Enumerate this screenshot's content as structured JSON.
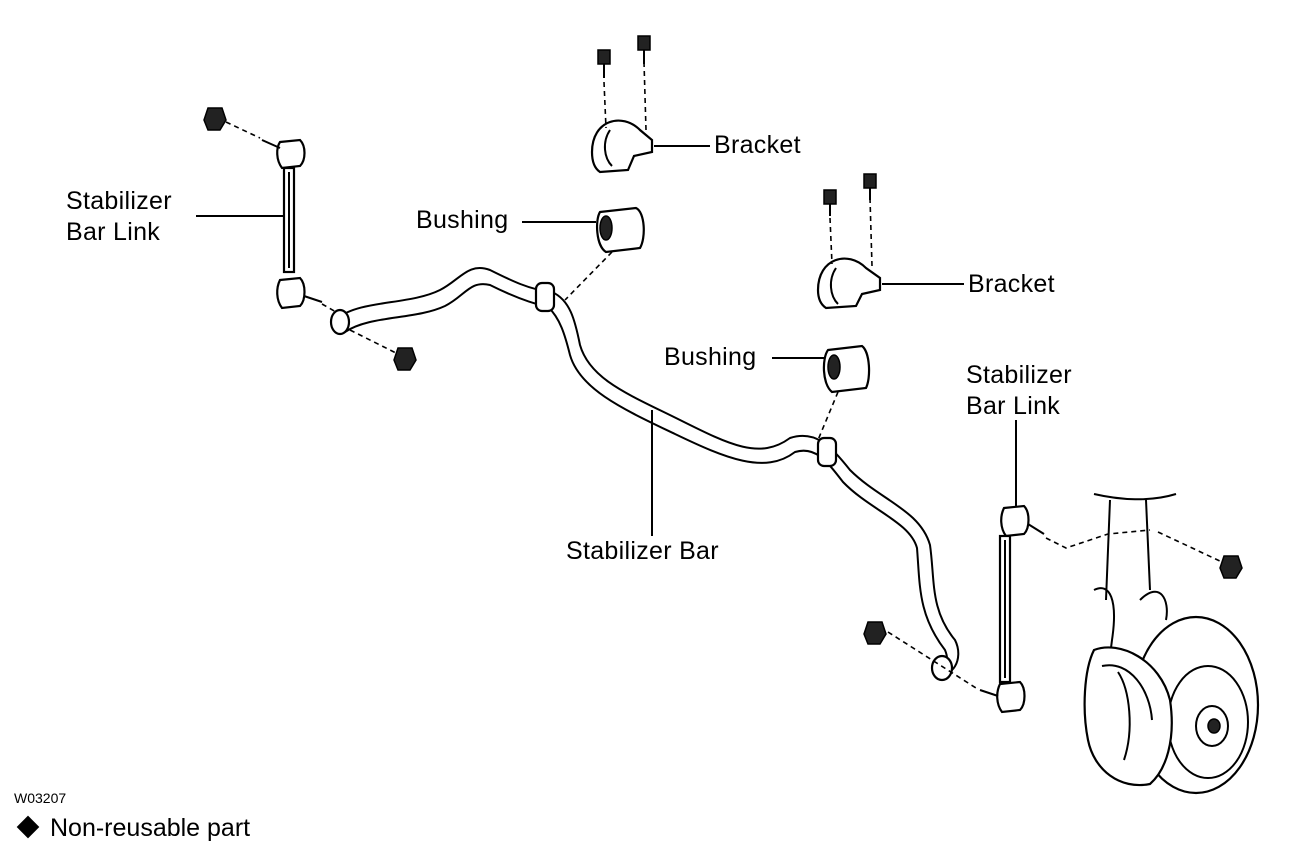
{
  "labels": {
    "bracket_1": "Bracket",
    "bracket_2": "Bracket",
    "bushing_1": "Bushing",
    "bushing_2": "Bushing",
    "link_left": [
      "Stabilizer",
      "Bar Link"
    ],
    "link_right": [
      "Stabilizer",
      "Bar Link"
    ],
    "stabilizer_bar": "Stabilizer Bar"
  },
  "figure_code": "W03207",
  "legend": {
    "symbol": "diamond-icon",
    "text": "Non-reusable part"
  }
}
